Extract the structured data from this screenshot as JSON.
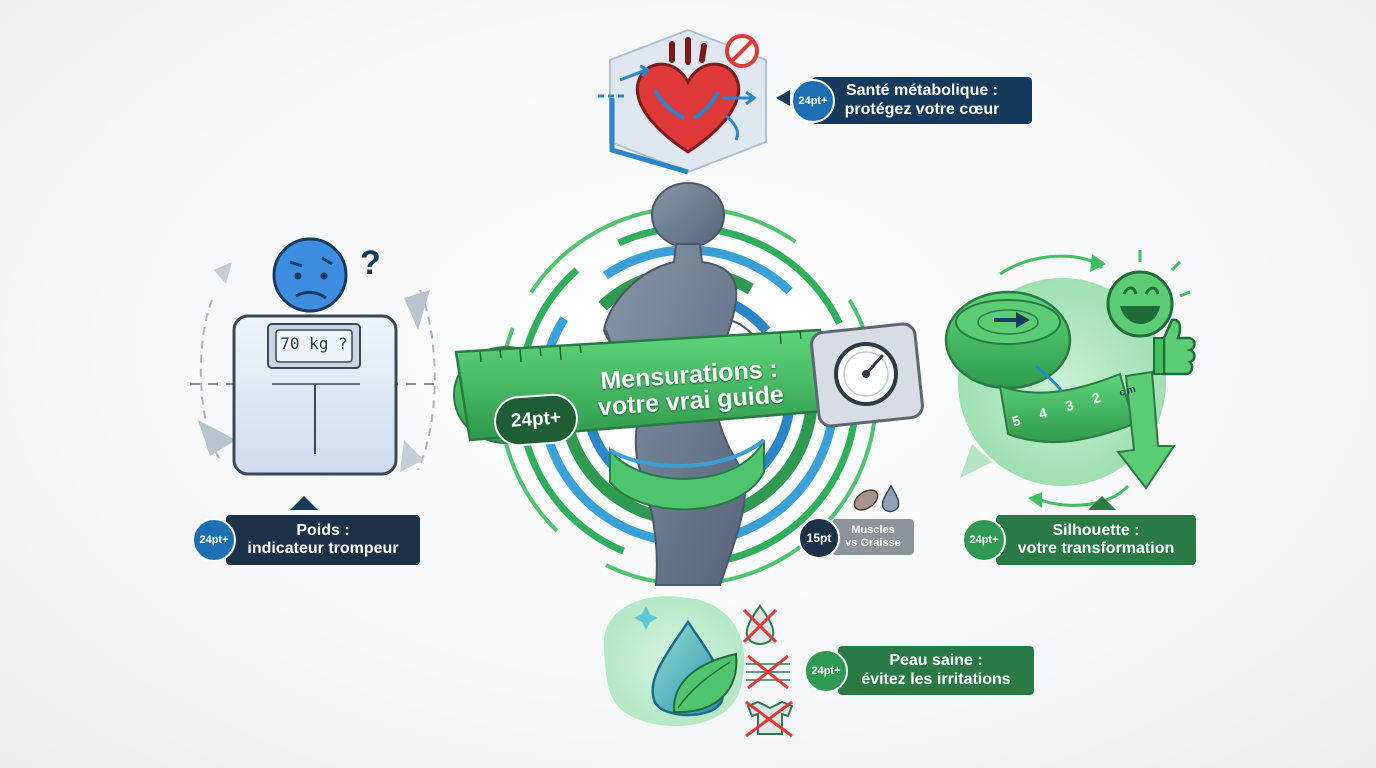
{
  "center": {
    "title_line1": "Mensurations :",
    "title_line2": "votre vrai guide",
    "badge": "24pt+"
  },
  "heart_panel": {
    "line1": "Santé métabolique :",
    "line2": "protégez votre cœur",
    "badge": "24pt+"
  },
  "scale_panel": {
    "display": "70 kg ?",
    "question_mark": "?",
    "line1": "Poids :",
    "line2": "indicateur trompeur",
    "badge": "24pt+"
  },
  "silhouette_panel": {
    "line1": "Silhouette :",
    "line2": "votre transformation",
    "badge": "24pt+",
    "tape_numbers": [
      "5",
      "4",
      "3",
      "2"
    ],
    "tape_unit": "cm"
  },
  "skin_panel": {
    "line1": "Peau saine :",
    "line2": "évitez les irritations",
    "badge": "24pt+"
  },
  "muscle_panel": {
    "line1": "Muscles",
    "line2": "vs Graisse",
    "badge": "15pt"
  },
  "colors": {
    "navy": "#173a5c",
    "green": "#2a7a45",
    "tape_green": "#3fbf5f",
    "blue": "#1d6fb3",
    "red": "#e0393a"
  },
  "icons": [
    "heart-icon",
    "no-entry-icon",
    "bathroom-scale-icon",
    "confused-face-icon",
    "smiley-face-icon",
    "thumbs-up-icon",
    "water-drop-leaf-icon",
    "gauge-icon",
    "measuring-tape-icon",
    "body-silhouette-icon"
  ]
}
